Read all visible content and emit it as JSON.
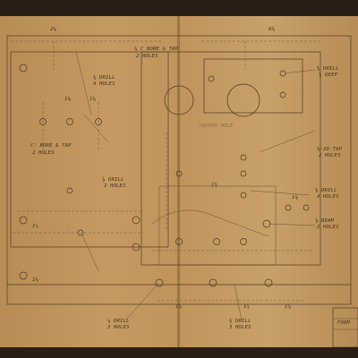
{
  "drawing": {
    "notes": {
      "counterbore_top": "¼ C BORE & TAP",
      "counterbore_top2": "2 HOLES",
      "drill_4": "⅝ DRILL",
      "drill_4b": "4 HOLES",
      "cbore_left": "C' BORE & TAP",
      "cbore_leftb": "2 HOLES",
      "drill_mid": "⅞ DRILL",
      "drill_midb": "2 HOLES",
      "drill_right1": "⅝ DRILL",
      "drill_right1b": "¼ DEEP",
      "tap_right": "¼-20 TAP",
      "tap_rightb": "2 HOLES",
      "drill_right2": "⅜ DRILL",
      "drill_right2b": "4 HOLES",
      "ream_right": "⅝ REAM",
      "ream_rightb": "2 HOLES",
      "drill_bottom_left": "⅞ DRILL",
      "drill_bottom_leftb": "3 HOLES",
      "drill_bottom_mid": "⅜ DRILL",
      "drill_bottom_midb": "3 HOLES",
      "faint_center": "TAPPED HOLE",
      "title_block": "FORM"
    },
    "dims": {
      "top_a": "2⅛",
      "top_b": "6⅝",
      "d1": "1⅛",
      "d2": "1⅛",
      "d3": "1¾",
      "d4": "1⅝",
      "bottom_a": "1⅞",
      "bottom_b": "1¾",
      "bottom_c": "1¼",
      "left_1": "1½",
      "left_2": "1⅛"
    }
  }
}
